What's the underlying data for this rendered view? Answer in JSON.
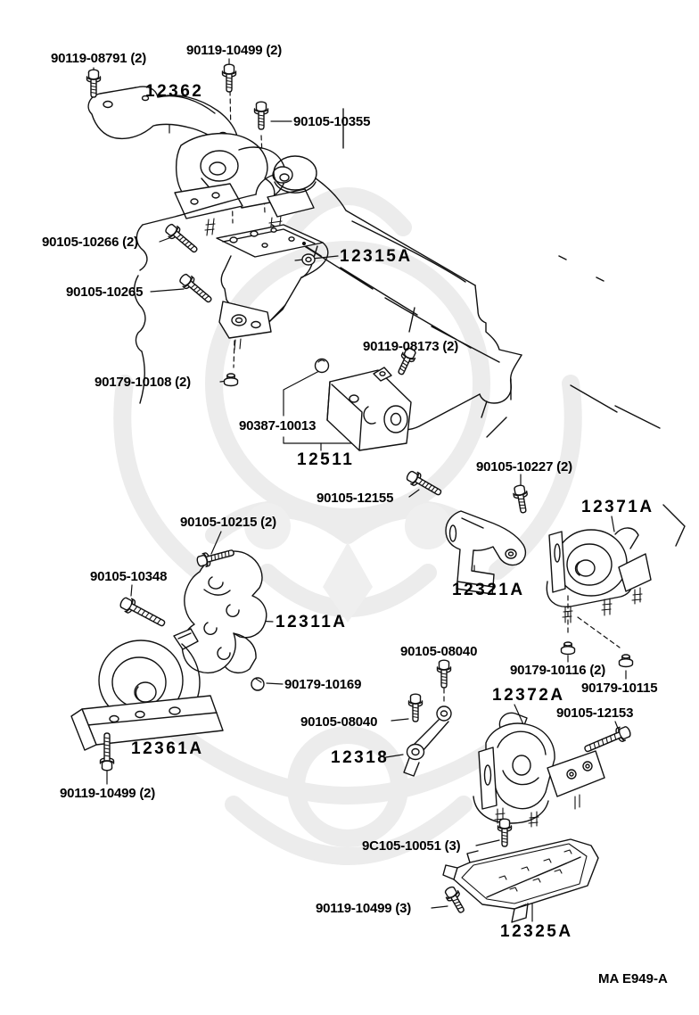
{
  "diagram": {
    "kind": "exploded-parts-diagram",
    "drawing_code": "MA E949-A"
  },
  "labels": {
    "b90119_08791": "90119-08791 (2)",
    "b90119_10499_top": "90119-10499 (2)",
    "p12362": "12362",
    "b90105_10355": "90105-10355",
    "b90105_10266": "90105-10266 (2)",
    "p12315a": "12315A",
    "b90105_10265": "90105-10265",
    "b90119_08173": "90119-08173 (2)",
    "n90179_10108": "90179-10108 (2)",
    "p90387_10013": "90387-10013",
    "p12511": "12511",
    "b90105_10227": "90105-10227 (2)",
    "b90105_12155": "90105-12155",
    "p12371a": "12371A",
    "p12321a": "12321A",
    "b90105_10215": "90105-10215 (2)",
    "b90105_10348": "90105-10348",
    "p12311a": "12311A",
    "b90105_08040_upper": "90105-08040",
    "n90179_10116": "90179-10116 (2)",
    "n90179_10169": "90179-10169",
    "p12372a": "12372A",
    "n90179_10115": "90179-10115",
    "b90105_12153": "90105-12153",
    "b90105_08040_lower": "90105-08040",
    "p12318": "12318",
    "p12361a": "12361A",
    "b90119_10499_left": "90119-10499 (2)",
    "b9c105_10051": "9C105-10051 (3)",
    "b90119_10499_bottom": "90119-10499 (3)",
    "p12325a": "12325A"
  }
}
